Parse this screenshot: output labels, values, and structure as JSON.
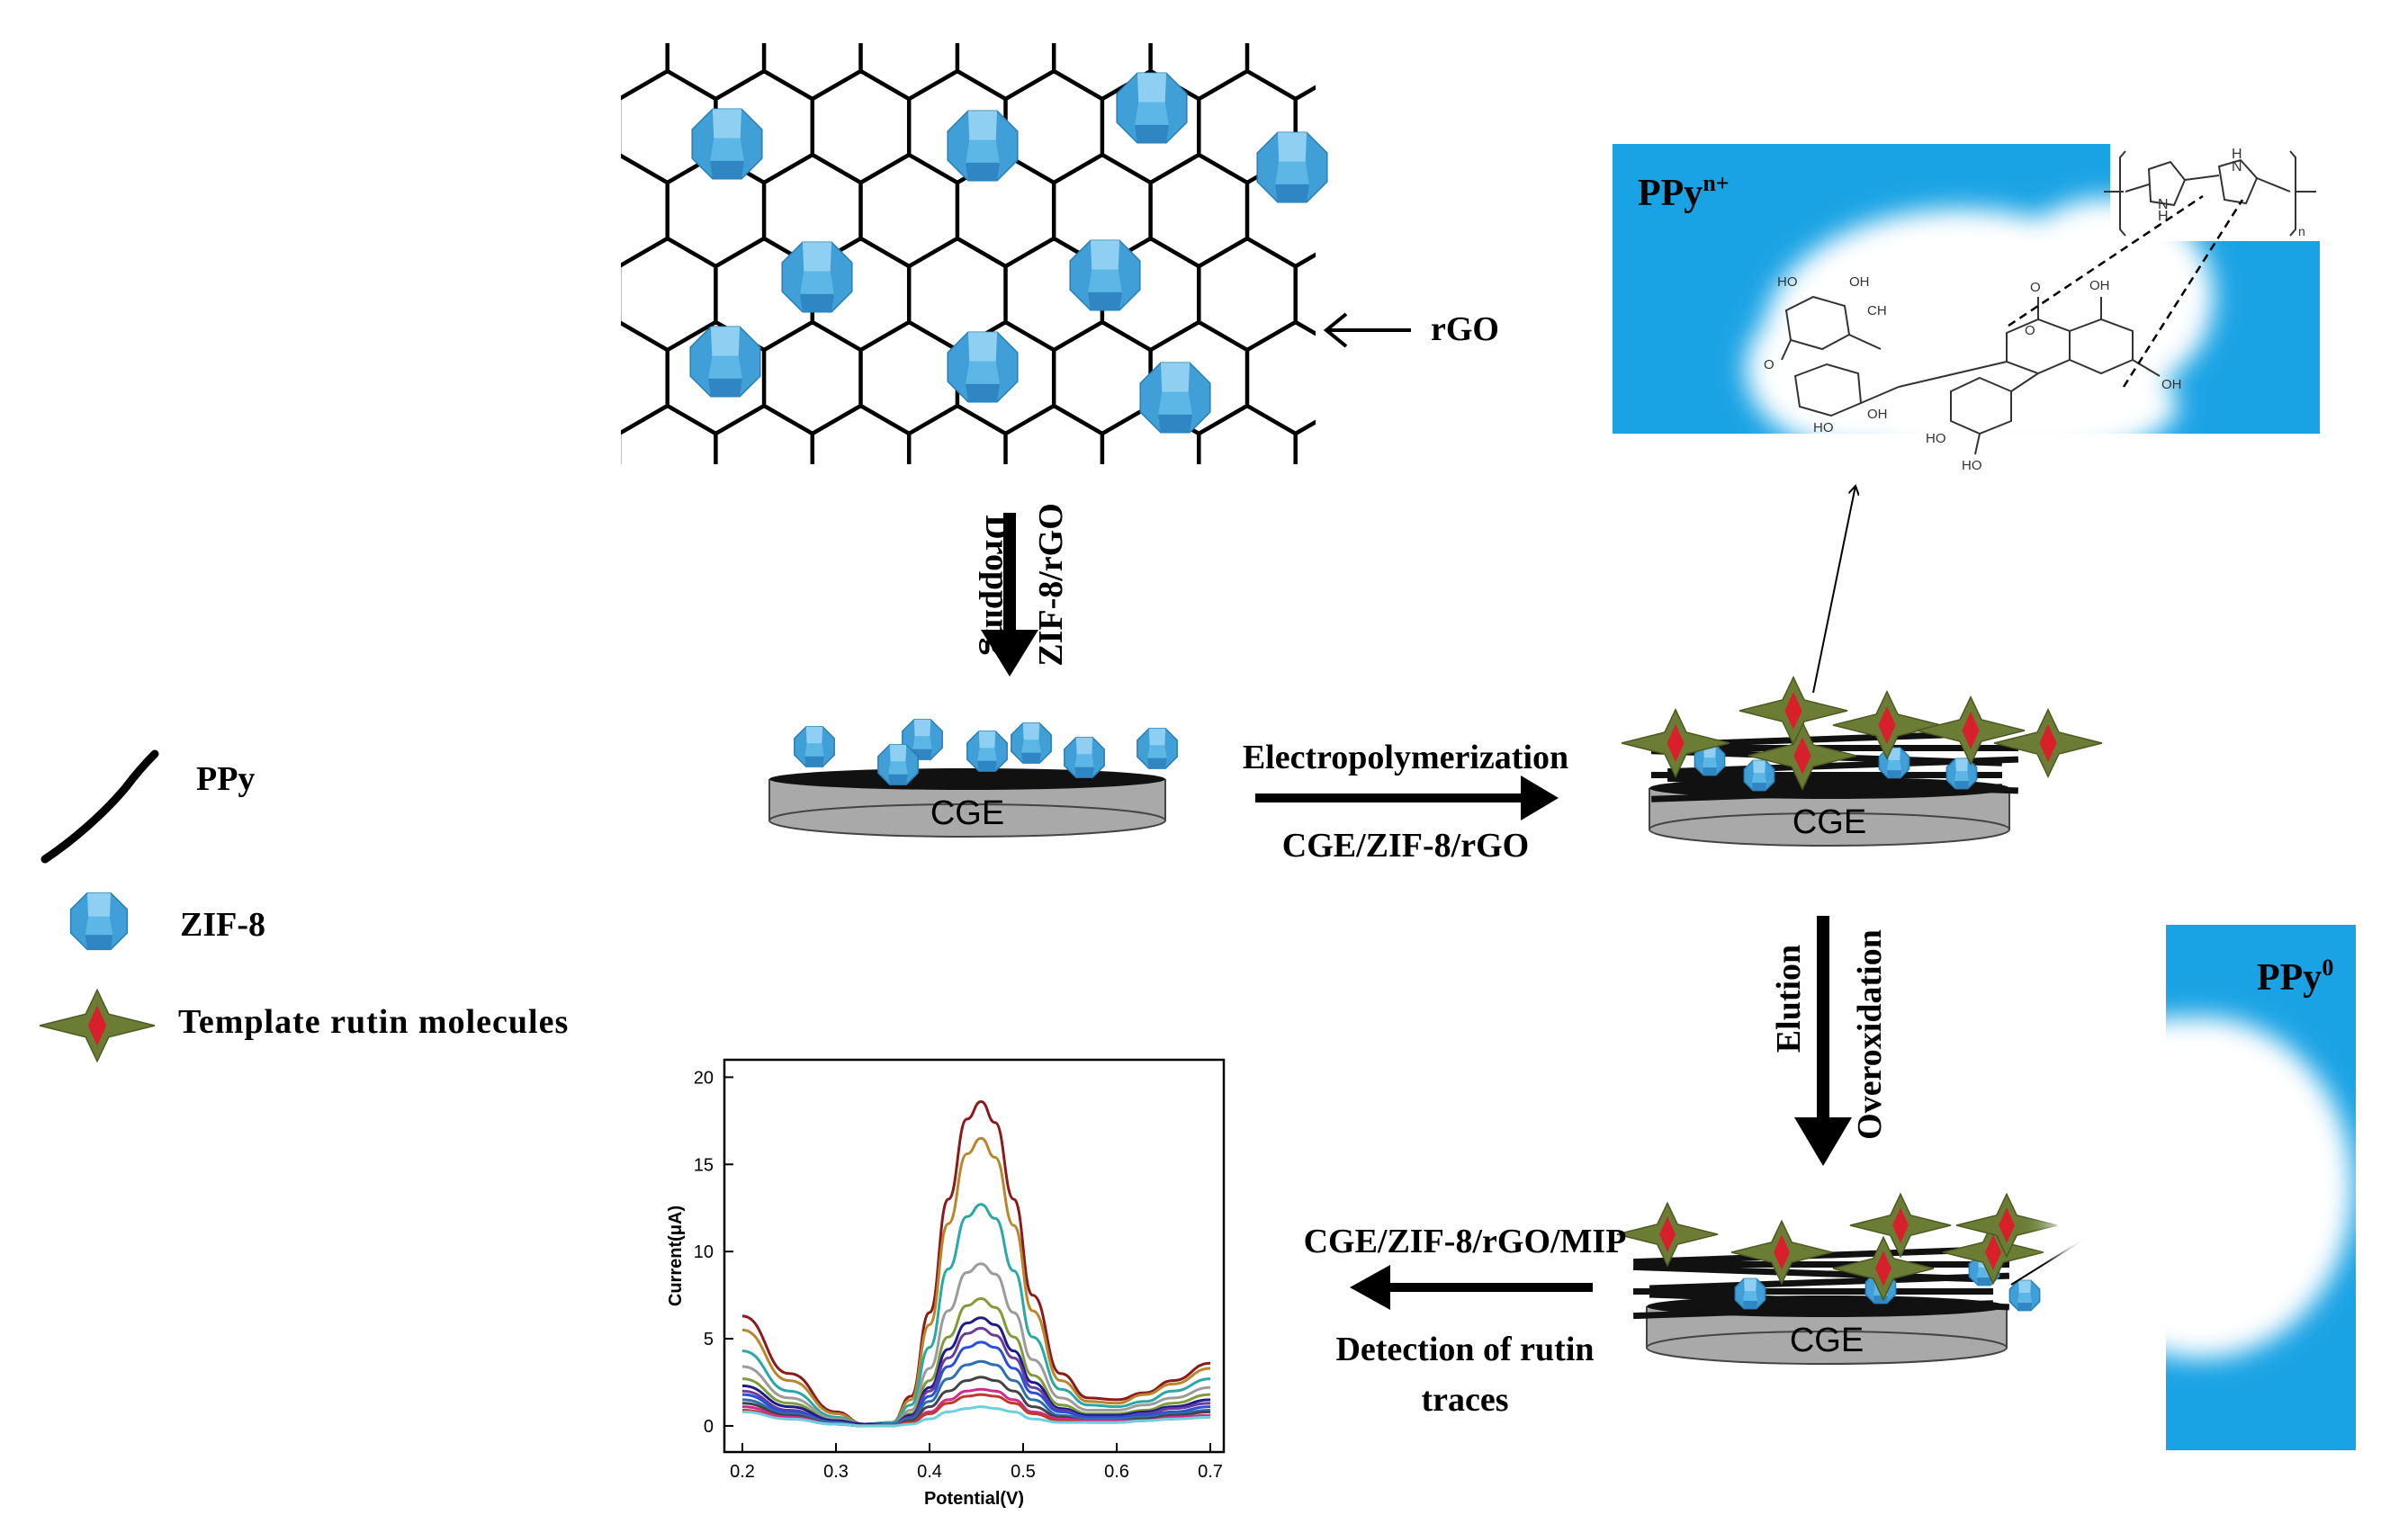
{
  "labels": {
    "rgo": "rGO",
    "dropping": "Dropping",
    "zif8_rgo": "ZIF-8/rGO",
    "electropolymerization": "Electropolymerization",
    "cge_zif8_rgo": "CGE/ZIF-8/rGO",
    "elution": "Elution",
    "overoxidation": "Overoxidation",
    "cge_zif8_rgo_mip": "CGE/ZIF-8/rGO/MIP",
    "detection_line1": "Detection of rutin",
    "detection_line2": "traces",
    "electrode": "CGE",
    "ppy_oxidized_base": "PPy",
    "ppy_oxidized_sup": "n+",
    "ppy_neutral_base": "PPy",
    "ppy_neutral_sup": "0"
  },
  "legend": {
    "ppy": "PPy",
    "zif8": "ZIF-8",
    "template": "Template rutin molecules"
  },
  "colors": {
    "zif_blue": "#4aa8dd",
    "ppy_panel_blue": "#1aa3e4",
    "star_green": "#6b7d35",
    "star_red": "#d8202a",
    "electrode_grey": "#a9a9a9"
  },
  "chart_data": {
    "type": "line",
    "xlabel": "Potential(V)",
    "ylabel": "Current(μA)",
    "xlim": [
      0.2,
      0.7
    ],
    "ylim": [
      -1.5,
      21
    ],
    "xticks": [
      "0.2",
      "0.3",
      "0.4",
      "0.5",
      "0.6",
      "0.7"
    ],
    "yticks": [
      "0",
      "5",
      "10",
      "15",
      "20"
    ],
    "legend": "none",
    "x": [
      0.2,
      0.25,
      0.3,
      0.33,
      0.36,
      0.38,
      0.4,
      0.42,
      0.44,
      0.455,
      0.47,
      0.49,
      0.51,
      0.54,
      0.57,
      0.6,
      0.63,
      0.66,
      0.7
    ],
    "series": [
      {
        "color": "#8b1a1a",
        "values": [
          6.3,
          3.0,
          0.8,
          0.1,
          0.2,
          1.7,
          6.5,
          13.0,
          17.6,
          18.6,
          17.4,
          13.0,
          7.5,
          3.0,
          1.6,
          1.5,
          1.9,
          2.6,
          3.6
        ]
      },
      {
        "color": "#b8862b",
        "values": [
          5.5,
          2.6,
          0.7,
          0.1,
          0.2,
          1.5,
          5.8,
          11.6,
          15.6,
          16.5,
          15.4,
          11.5,
          6.6,
          2.6,
          1.4,
          1.3,
          1.8,
          2.4,
          3.3
        ]
      },
      {
        "color": "#2aa7a7",
        "values": [
          4.3,
          2.0,
          0.5,
          0.1,
          0.2,
          1.2,
          4.5,
          9.0,
          12.0,
          12.7,
          11.9,
          8.9,
          5.1,
          2.1,
          1.2,
          1.1,
          1.4,
          2.0,
          2.7
        ]
      },
      {
        "color": "#9b9b9b",
        "values": [
          3.4,
          1.6,
          0.4,
          0.1,
          0.1,
          0.9,
          3.3,
          6.6,
          8.8,
          9.3,
          8.7,
          6.5,
          3.8,
          1.6,
          0.9,
          0.9,
          1.2,
          1.6,
          2.2
        ]
      },
      {
        "color": "#7f9b3a",
        "values": [
          2.7,
          1.3,
          0.3,
          0.1,
          0.1,
          0.7,
          2.6,
          5.1,
          6.9,
          7.3,
          6.8,
          5.1,
          2.9,
          1.2,
          0.7,
          0.7,
          0.9,
          1.3,
          1.8
        ]
      },
      {
        "color": "#1b1b8a",
        "values": [
          2.3,
          1.1,
          0.3,
          0.1,
          0.1,
          0.6,
          2.2,
          4.4,
          5.9,
          6.2,
          5.8,
          4.3,
          2.5,
          1.0,
          0.6,
          0.6,
          0.8,
          1.1,
          1.5
        ]
      },
      {
        "color": "#6a3d9a",
        "values": [
          2.0,
          0.9,
          0.2,
          0.0,
          0.1,
          0.5,
          2.0,
          3.9,
          5.3,
          5.6,
          5.2,
          3.9,
          2.2,
          0.9,
          0.5,
          0.5,
          0.7,
          1.0,
          1.3
        ]
      },
      {
        "color": "#2b4fd8",
        "values": [
          1.8,
          0.8,
          0.2,
          0.0,
          0.1,
          0.4,
          1.7,
          3.4,
          4.5,
          4.8,
          4.5,
          3.3,
          1.9,
          0.8,
          0.5,
          0.5,
          0.6,
          0.8,
          1.1
        ]
      },
      {
        "color": "#2f6fb0",
        "values": [
          1.5,
          0.7,
          0.2,
          0.0,
          0.1,
          0.4,
          1.4,
          2.7,
          3.5,
          3.7,
          3.5,
          2.6,
          1.5,
          0.6,
          0.4,
          0.4,
          0.5,
          0.7,
          0.9
        ]
      },
      {
        "color": "#444444",
        "values": [
          1.3,
          0.6,
          0.1,
          0.0,
          0.0,
          0.3,
          1.1,
          2.0,
          2.6,
          2.8,
          2.6,
          2.0,
          1.1,
          0.5,
          0.3,
          0.3,
          0.4,
          0.6,
          0.8
        ]
      },
      {
        "color": "#d42a8f",
        "values": [
          1.1,
          0.5,
          0.1,
          0.0,
          0.0,
          0.2,
          0.8,
          1.5,
          2.0,
          2.1,
          2.0,
          1.5,
          0.8,
          0.4,
          0.3,
          0.3,
          0.3,
          0.5,
          0.6
        ]
      },
      {
        "color": "#c0392b",
        "values": [
          0.9,
          0.4,
          0.1,
          0.0,
          0.0,
          0.2,
          0.7,
          1.3,
          1.7,
          1.8,
          1.7,
          1.3,
          0.7,
          0.3,
          0.2,
          0.2,
          0.3,
          0.4,
          0.5
        ]
      },
      {
        "color": "#6ecfe0",
        "values": [
          0.8,
          0.4,
          0.1,
          0.0,
          0.0,
          0.1,
          0.4,
          0.8,
          1.0,
          1.1,
          1.0,
          0.8,
          0.4,
          0.2,
          0.2,
          0.2,
          0.3,
          0.4,
          0.5
        ]
      }
    ]
  }
}
